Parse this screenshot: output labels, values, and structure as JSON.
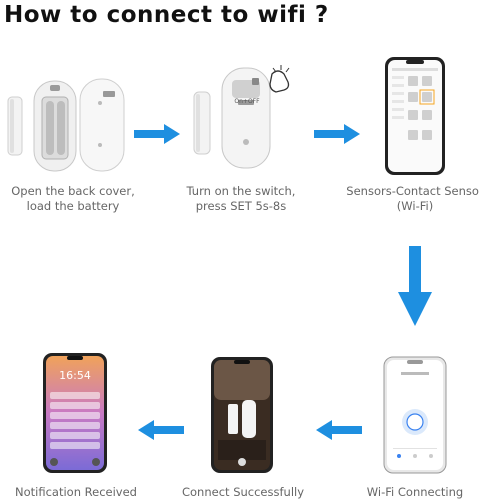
{
  "title": "How to connect to wifi ?",
  "steps": [
    {
      "line1": "Open the back cover,",
      "line2": "load the battery"
    },
    {
      "line1": "Turn on the switch,",
      "line2": "press SET 5s-8s"
    },
    {
      "line1": "Sensors-Contact Sensor",
      "line2": "(Wi-Fi)"
    },
    {
      "line1": "Wi-Fi Connecting"
    },
    {
      "line1": "Connect Successfully"
    },
    {
      "line1": "Notification Received"
    }
  ],
  "device_switch_label": "On+OFF",
  "notification_time": "16:54",
  "colors": {
    "arrow": "#1e8fe0",
    "caption": "#666666",
    "title": "#111111"
  }
}
